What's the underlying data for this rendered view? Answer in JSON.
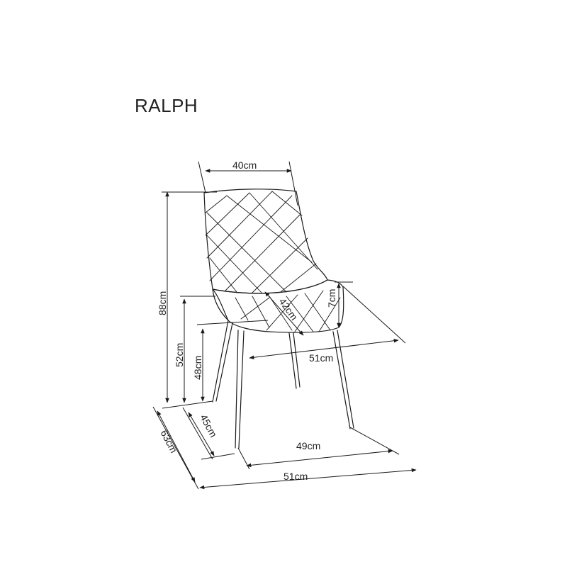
{
  "title": "RALPH",
  "colors": {
    "line": "#1a1a1a",
    "text": "#222222",
    "background": "#ffffff"
  },
  "dimensions": {
    "seat_back_width": "40cm",
    "total_height": "88cm",
    "seat_height_front": "52cm",
    "seat_height_rear": "48cm",
    "seat_depth": "42cm",
    "armrest_height": "7cm",
    "seat_width": "51cm",
    "leg_depth": "45cm",
    "total_depth": "63cm",
    "leg_width": "49cm",
    "base_width": "51cm"
  }
}
